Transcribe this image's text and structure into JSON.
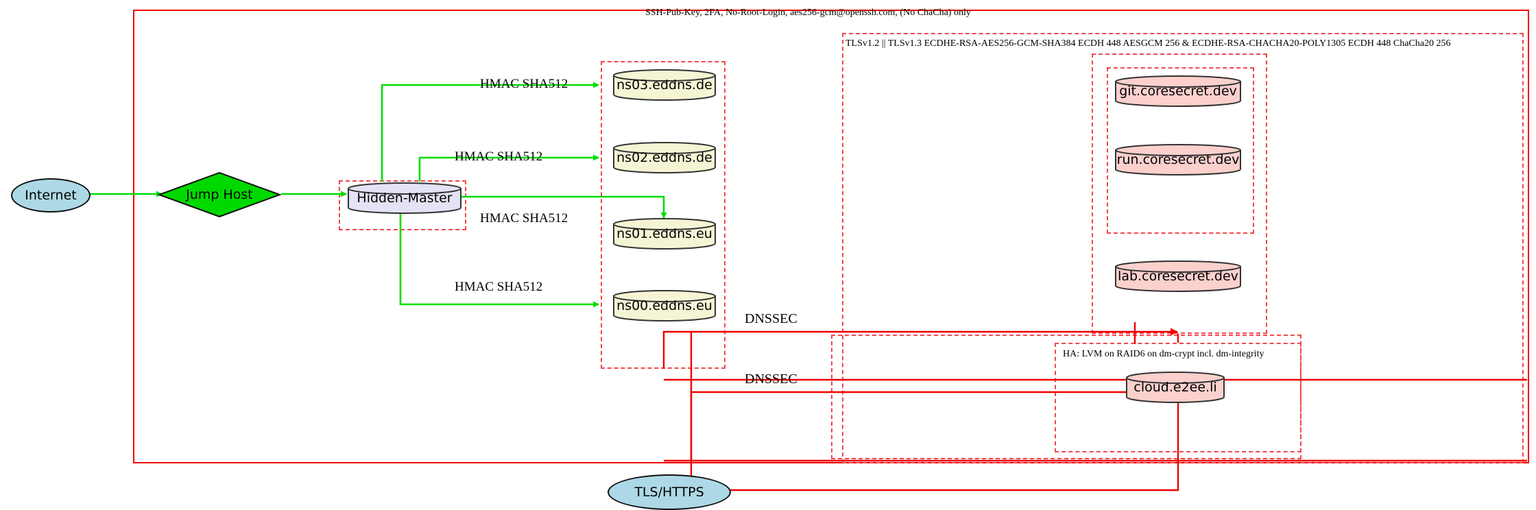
{
  "diagram": {
    "title_caption": "SSH-Pub-Key, 2FA, No-Root-Login, aes256-gcm@openssh.com, (No ChaCha) only",
    "tls_caption": "TLSv1.2 || TLSv1.3 ECDHE-RSA-AES256-GCM-SHA384 ECDH 448 AESGCM 256 & ECDHE-RSA-CHACHA20-POLY1305 ECDH 448 ChaCha20 256",
    "ha_caption": "HA: LVM on RAID6 on dm-crypt incl. dm-integrity"
  },
  "nodes": {
    "internet": "Internet",
    "jump_host": "Jump Host",
    "hidden_master": "Hidden-Master",
    "ns03": "ns03.eddns.de",
    "ns02": "ns02.eddns.de",
    "ns01": "ns01.eddns.eu",
    "ns00": "ns00.eddns.eu",
    "git": "git.coresecret.dev",
    "run": "run.coresecret.dev",
    "lab": "lab.coresecret.dev",
    "cloud": "cloud.e2ee.li",
    "tls_https": "TLS/HTTPS"
  },
  "edges": {
    "hmac_ns03": "HMAC SHA512",
    "hmac_ns02": "HMAC SHA512",
    "hmac_ns01": "HMAC SHA512",
    "hmac_ns00": "HMAC SHA512",
    "dnssec_upper": "DNSSEC",
    "dnssec_lower": "DNSSEC"
  },
  "colors": {
    "boundary_solid": "#ee0000",
    "boundary_dashed": "#f1474d",
    "ssh_edge": "#00dd00",
    "tls_edge": "#ee0000",
    "ellipse_fill": "#add8e6",
    "diamond_fill": "#00d900",
    "master_fill": "#e3e3f5",
    "ns_fill": "#f5f5d5",
    "secret_fill": "#fbd0cd"
  }
}
